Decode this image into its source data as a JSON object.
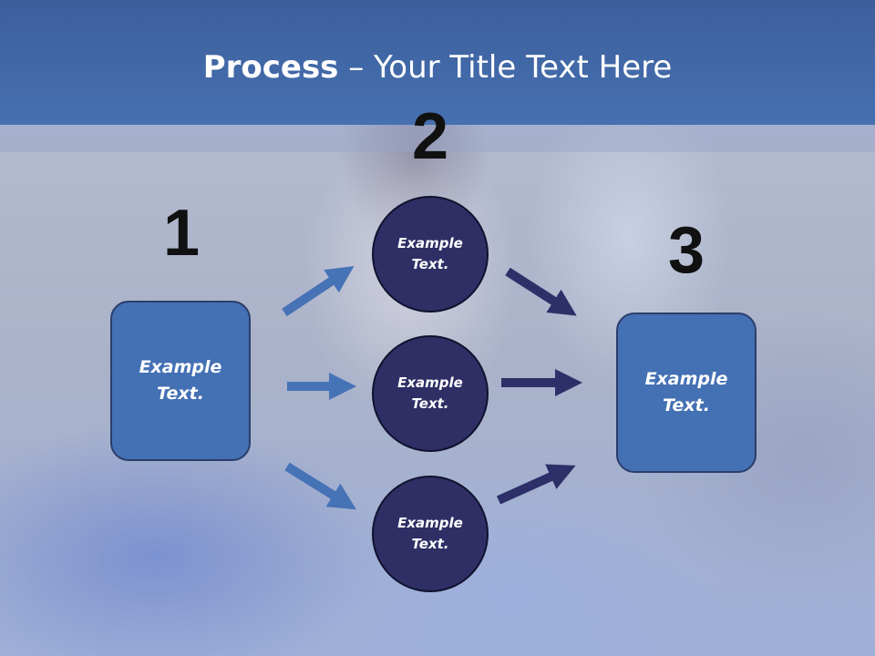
{
  "title": {
    "bold": "Process",
    "rest": " – Your Title Text Here"
  },
  "steps": {
    "one": "1",
    "two": "2",
    "three": "3"
  },
  "left_box": {
    "line1": "Example",
    "line2": "Text."
  },
  "circles": [
    {
      "line1": "Example",
      "line2": "Text."
    },
    {
      "line1": "Example",
      "line2": "Text."
    },
    {
      "line1": "Example",
      "line2": "Text."
    }
  ],
  "right_box": {
    "line1": "Example",
    "line2": "Text."
  },
  "colors": {
    "header": "#4670b0",
    "box_fill": "#4470b4",
    "circle_fill": "#2f2f66",
    "arrow_in": "#4672b6",
    "arrow_out": "#2d3068"
  }
}
